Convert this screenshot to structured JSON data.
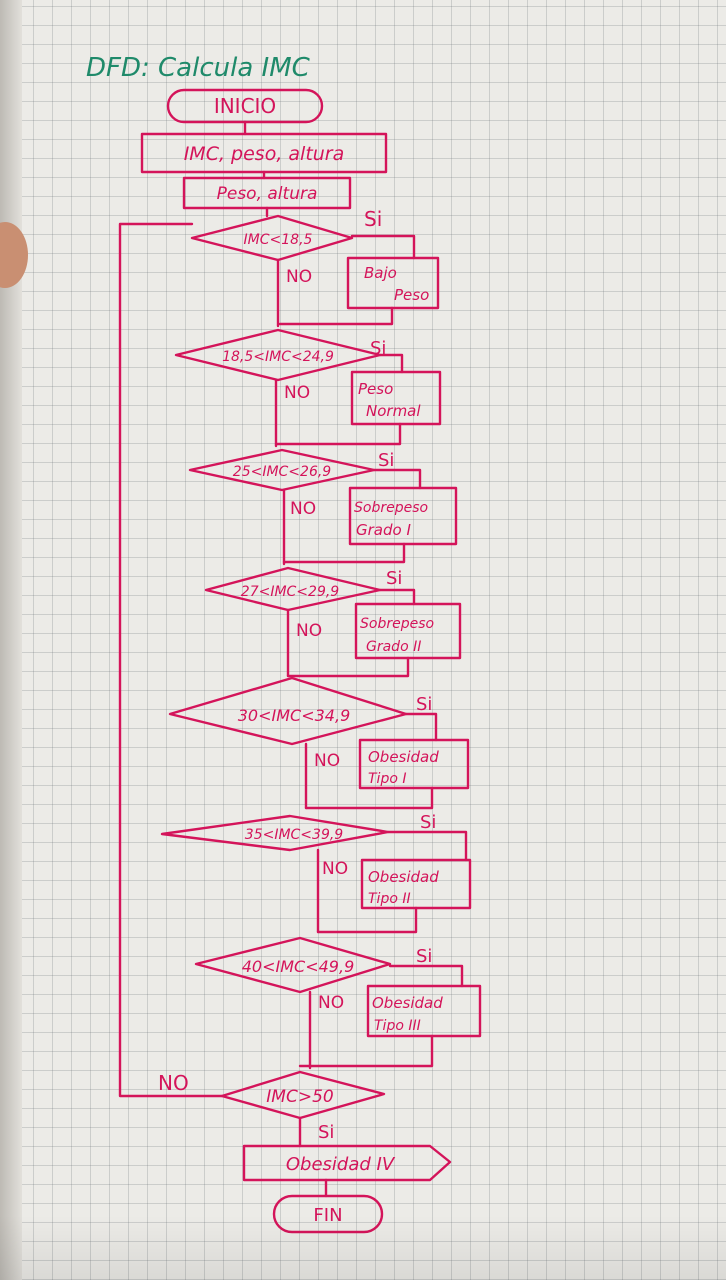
{
  "title": "DFD: Calcula IMC",
  "colors": {
    "ink": "#d4145a",
    "title_ink": "#1f8a6a",
    "grid": "#9aa0a6",
    "paper": "#ecebe7"
  },
  "terminals": {
    "start": "INICIO",
    "end": "FIN"
  },
  "process": {
    "declare": "IMC, peso, altura",
    "input": "Peso, altura"
  },
  "labels": {
    "yes": "Si",
    "no": "NO"
  },
  "decisions": [
    {
      "cond": "IMC<18,5",
      "result_line1": "Bajo",
      "result_line2": "Peso"
    },
    {
      "cond": "18,5<IMC<24,9",
      "result_line1": "Peso",
      "result_line2": "Normal"
    },
    {
      "cond": "25<IMC<26,9",
      "result_line1": "Sobrepeso",
      "result_line2": "Grado I"
    },
    {
      "cond": "27<IMC<29,9",
      "result_line1": "Sobrepeso",
      "result_line2": "Grado II"
    },
    {
      "cond": "30<IMC<34,9",
      "result_line1": "Obesidad",
      "result_line2": "Tipo I"
    },
    {
      "cond": "35<IMC<39,9",
      "result_line1": "Obesidad",
      "result_line2": "Tipo II"
    },
    {
      "cond": "40<IMC<49,9",
      "result_line1": "Obesidad",
      "result_line2": "Tipo III"
    }
  ],
  "final_decision": {
    "cond": "IMC>50"
  },
  "output": "Obesidad IV"
}
